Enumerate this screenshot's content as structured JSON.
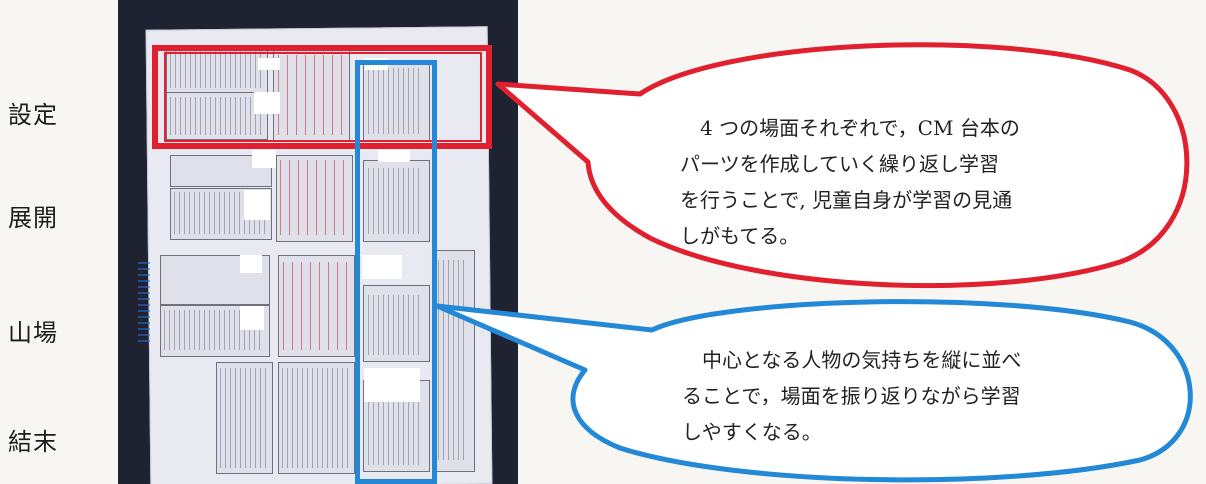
{
  "stages": [
    {
      "label": "設定"
    },
    {
      "label": "展開"
    },
    {
      "label": "山場"
    },
    {
      "label": "結末"
    }
  ],
  "callouts": {
    "red": {
      "lines": [
        "　4 つの場面それぞれで，CM 台本の",
        "パーツを作成していく繰り返し学習",
        "を行うことで, 児童自身が学習の見通",
        "しがもてる。"
      ],
      "color": "#e0202e"
    },
    "blue": {
      "lines": [
        "　中心となる人物の気持ちを縦に並べ",
        "ることで，場面を振り返りながら学習",
        "しやすくなる。"
      ],
      "color": "#2388d6"
    }
  },
  "photo": {
    "description_icon": "worksheet-photo"
  }
}
